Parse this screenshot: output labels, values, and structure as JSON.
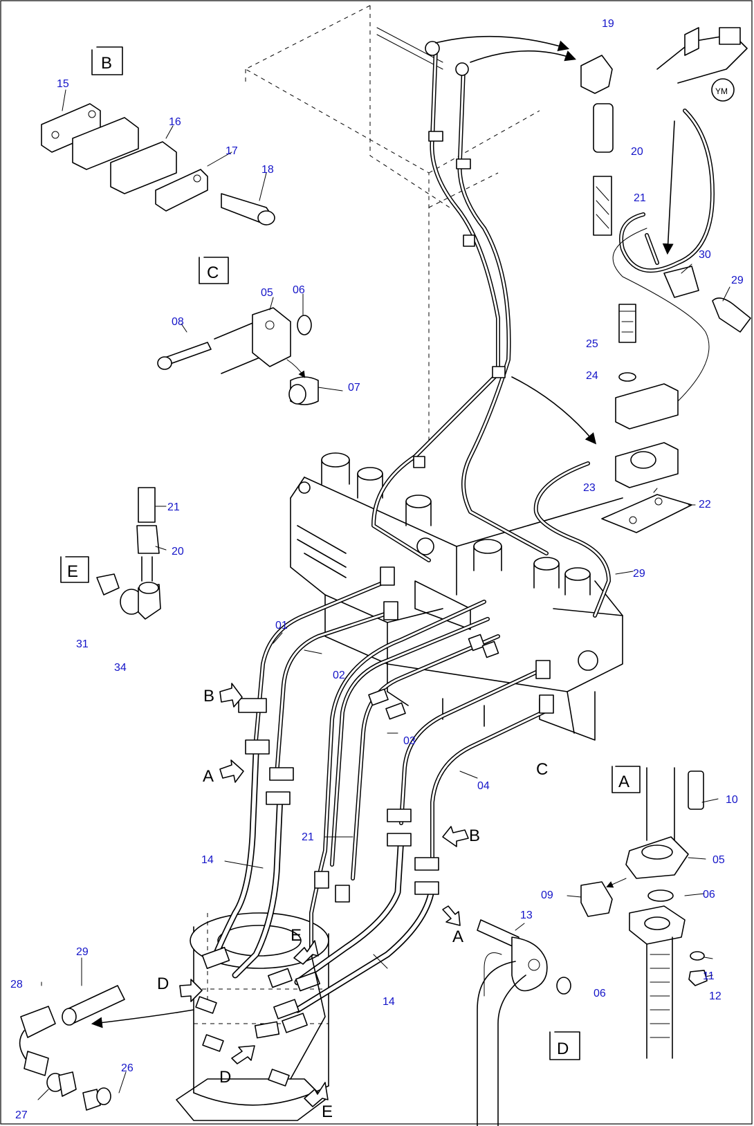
{
  "part_numbers": {
    "n01": "01",
    "n02": "02",
    "n03": "03",
    "n04": "04",
    "n05a": "05",
    "n05b": "05",
    "n06a": "06",
    "n06b": "06",
    "n06c": "06",
    "n07": "07",
    "n08": "08",
    "n09": "09",
    "n10": "10",
    "n11": "11",
    "n12": "12",
    "n13": "13",
    "n14a": "14",
    "n14b": "14",
    "n15": "15",
    "n16": "16",
    "n17": "17",
    "n18": "18",
    "n19": "19",
    "n20a": "20",
    "n20b": "20",
    "n21a": "21",
    "n21b": "21",
    "n21c": "21",
    "n22": "22",
    "n23": "23",
    "n24": "24",
    "n25": "25",
    "n26": "26",
    "n27": "27",
    "n28": "28",
    "n29a": "29",
    "n29b": "29",
    "n29c": "29",
    "n30": "30",
    "n31": "31",
    "n34": "34"
  },
  "detail_views": {
    "A": "A",
    "B": "B",
    "C": "C",
    "D": "D",
    "E": "E"
  },
  "view_markers": {
    "B1": "B",
    "A1": "A",
    "B2": "B",
    "A2": "A",
    "D1": "D",
    "D2": "D",
    "E1": "E",
    "E2": "E",
    "C1": "C"
  },
  "colors": {
    "line": "#000000",
    "part_number": "#1414c8",
    "background": "#ffffff"
  }
}
